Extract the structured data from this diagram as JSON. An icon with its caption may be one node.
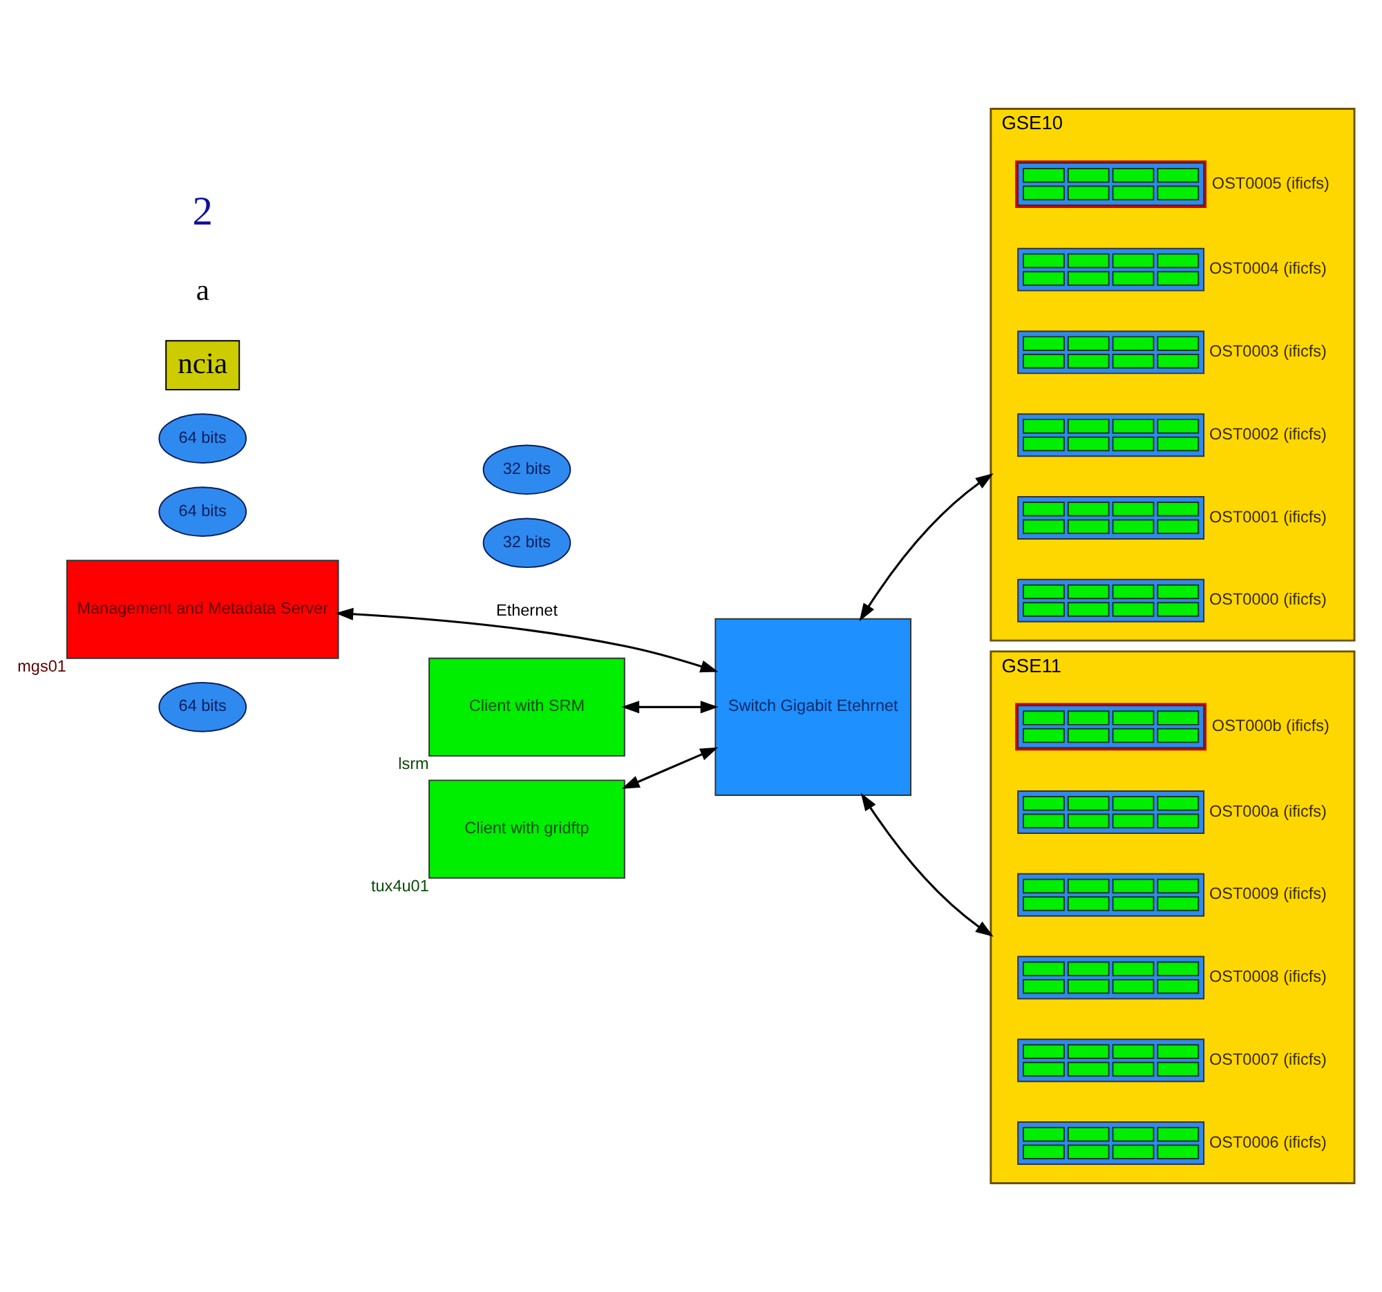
{
  "diagram": {
    "nodes": [
      {
        "text": [
          "64 bits"
        ]
      },
      {
        "text": [
          "Management and Metadata Server"
        ],
        "beside": [
          "mgs01"
        ]
      },
      {
        "text": [
          "32 bits"
        ]
      },
      {
        "text": [
          "Client with SRM"
        ],
        "beside": [
          "lsrm"
        ]
      },
      {
        "text": [
          "32 bits"
        ]
      },
      {
        "text": [
          "Client with gridftp"
        ],
        "beside": [
          "tux4u01"
        ]
      },
      {
        "text": [
          "Switch Gigabit Etehrnet"
        ]
      },
      {
        "text": [
          "GSE10"
        ]
      },
      {
        "text": [
          "64 bits"
        ]
      },
      {
        "text": [
          "OST0005 (ificfs)"
        ],
        "in": 7
      },
      {
        "text": [
          "OST0004 (ificfs)"
        ],
        "in": 7
      },
      {
        "text": [
          "OST0003 (ificfs)"
        ],
        "in": 7
      },
      {
        "text": [
          "OST0002 (ificfs)"
        ],
        "in": 7
      },
      {
        "text": [
          "OST0001 (ificfs)"
        ],
        "in": 7
      },
      {
        "text": [
          "OST0000 (ificfs)"
        ],
        "in": 7
      },
      {
        "text": [
          "GSE11"
        ]
      },
      {
        "text": [
          "64 bits"
        ]
      },
      {
        "text": [
          "OST000b (ificfs)"
        ],
        "in": 15
      },
      {
        "text": [
          "OST000a (ificfs)"
        ],
        "in": 15
      },
      {
        "text": [
          "OST0009 (ificfs)"
        ],
        "in": 15
      },
      {
        "text": [
          "OST0008 (ificfs)"
        ],
        "in": 15
      },
      {
        "text": [
          "OST0007 (ificfs)"
        ],
        "in": 15
      },
      {
        "text": [
          "OST0006 (ificfs)"
        ],
        "in": 15
      }
    ],
    "edges": [
      {
        "from": 1,
        "to": 6,
        "arrow": "both",
        "label": "Ethernet"
      },
      {
        "from": 3,
        "to": 6,
        "arrow": "both"
      },
      {
        "from": 5,
        "to": 6,
        "arrow": "both"
      },
      {
        "from": 6,
        "to": 7,
        "arrow": "both"
      },
      {
        "from": 6,
        "to": 15,
        "arrow": "both"
      }
    ],
    "labels": [
      "ncia",
      "a",
      "2"
    ]
  }
}
